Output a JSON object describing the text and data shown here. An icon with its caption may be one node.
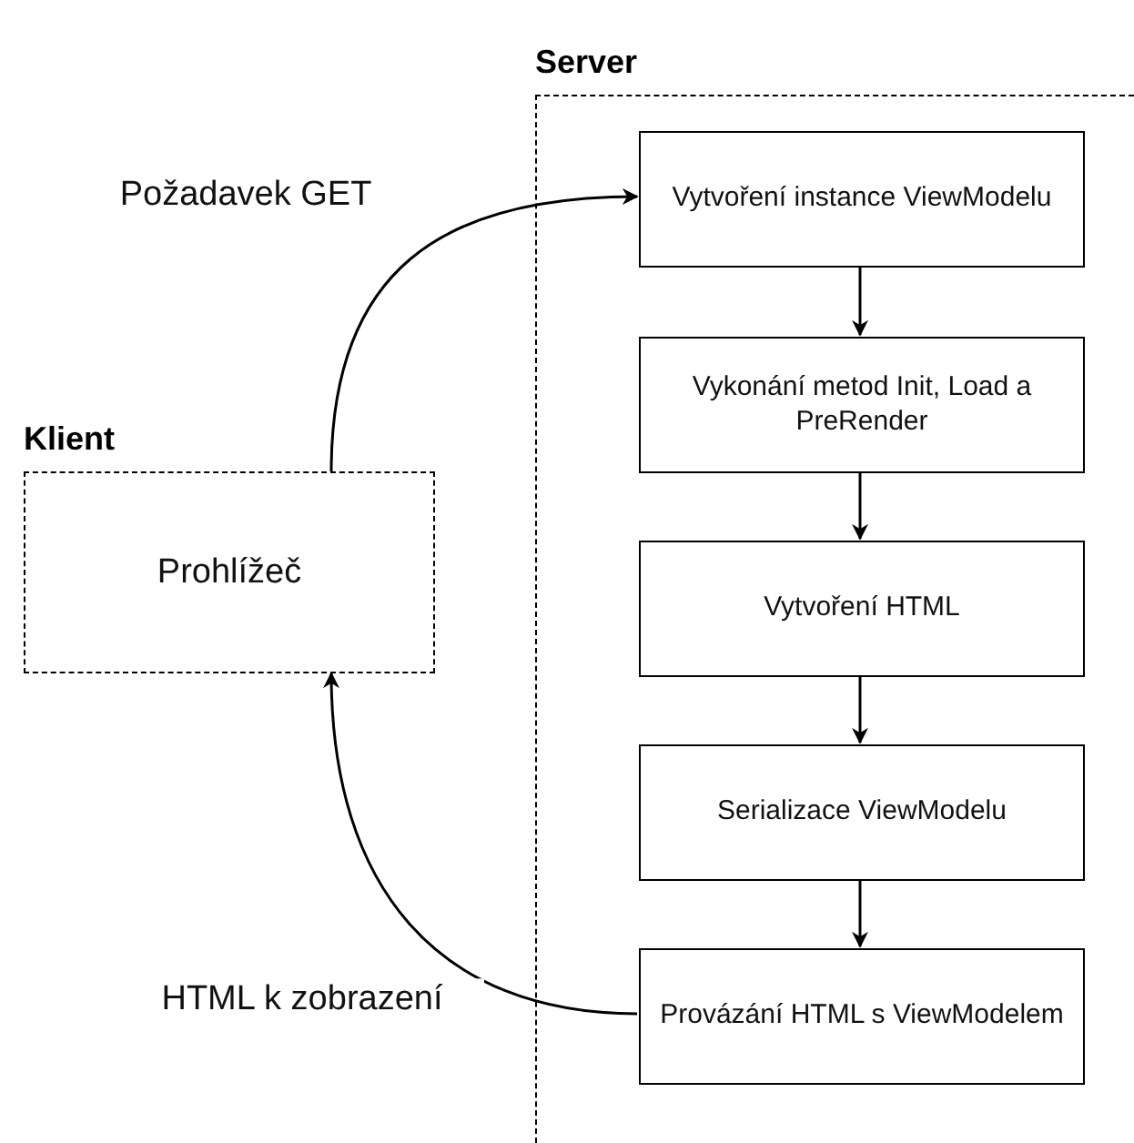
{
  "diagram": {
    "nodes": [
      {
        "text": [
          "Server"
        ]
      },
      {
        "text": [
          "Vytvoření instance ViewModelu"
        ],
        "in": 0
      },
      {
        "text": [
          "Vykonání metod Init, Load a PreRender"
        ],
        "in": 0
      },
      {
        "text": [
          "Vytvoření HTML"
        ],
        "in": 0
      },
      {
        "text": [
          "Serializace ViewModelu"
        ],
        "in": 0
      },
      {
        "text": [
          "Provázání HTML s ViewModelem"
        ],
        "in": 0
      },
      {
        "text": [
          "Klient",
          "Prohlížeč"
        ]
      }
    ],
    "edges": [
      {
        "from": 6,
        "to": 1,
        "arrow": "to",
        "label": "Požadavek GET"
      },
      {
        "from": 1,
        "to": 2,
        "arrow": "to"
      },
      {
        "from": 2,
        "to": 3,
        "arrow": "to"
      },
      {
        "from": 3,
        "to": 4,
        "arrow": "to"
      },
      {
        "from": 4,
        "to": 5,
        "arrow": "to"
      },
      {
        "from": 5,
        "to": 6,
        "arrow": "to",
        "label": "HTML k zobrazení"
      }
    ]
  }
}
